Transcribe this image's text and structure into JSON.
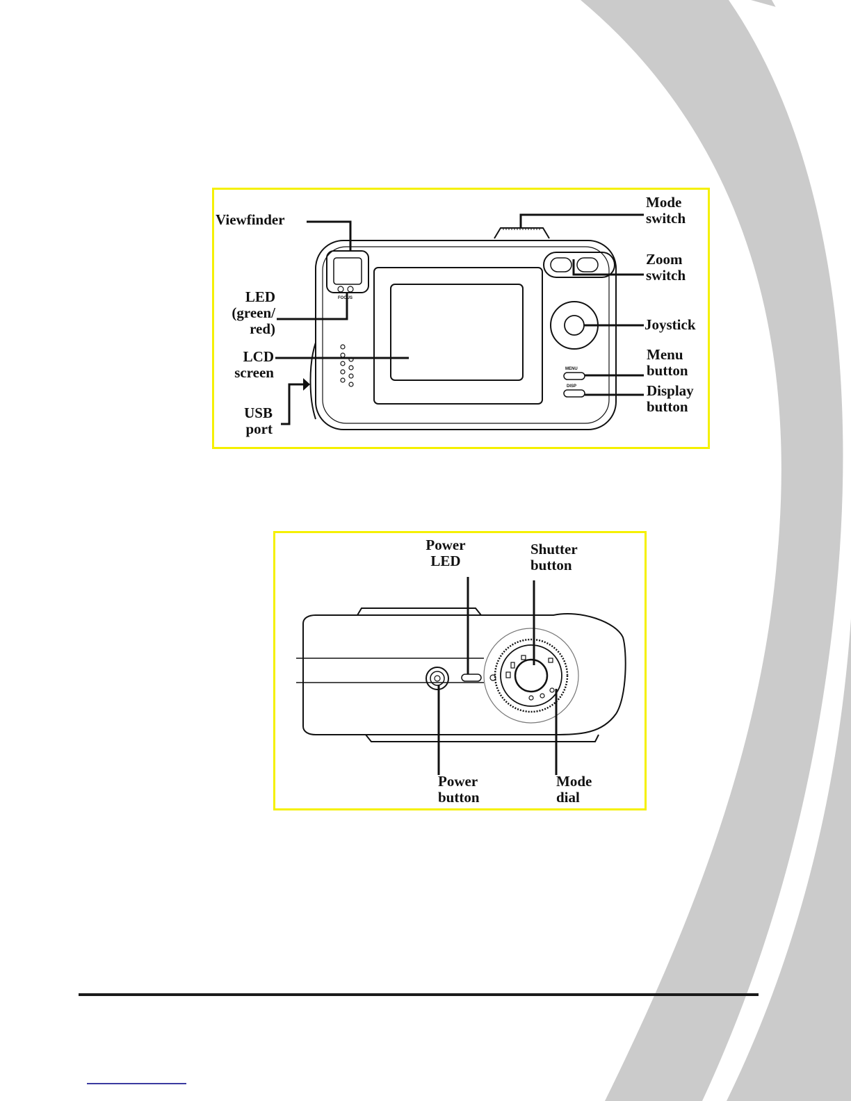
{
  "back_view": {
    "labels": {
      "viewfinder": "Viewfinder",
      "led": "LED\n(green/\nred)",
      "lcd": "LCD\nscreen",
      "usb": "USB\nport",
      "mode_switch": "Mode\nswitch",
      "zoom_switch": "Zoom\nswitch",
      "joystick": "Joystick",
      "menu_button": "Menu\nbutton",
      "display_button": "Display\nbutton"
    },
    "body_text": {
      "focus": "FOCUS",
      "menu": "MENU",
      "disp": "DISP"
    }
  },
  "top_view": {
    "labels": {
      "power_led": "Power\nLED",
      "shutter_button": "Shutter\nbutton",
      "power_button": "Power\nbutton",
      "mode_dial": "Mode\ndial"
    }
  },
  "colors": {
    "frame": "#f5f000",
    "swoosh": "#c9c9c9",
    "ink": "#111111"
  }
}
